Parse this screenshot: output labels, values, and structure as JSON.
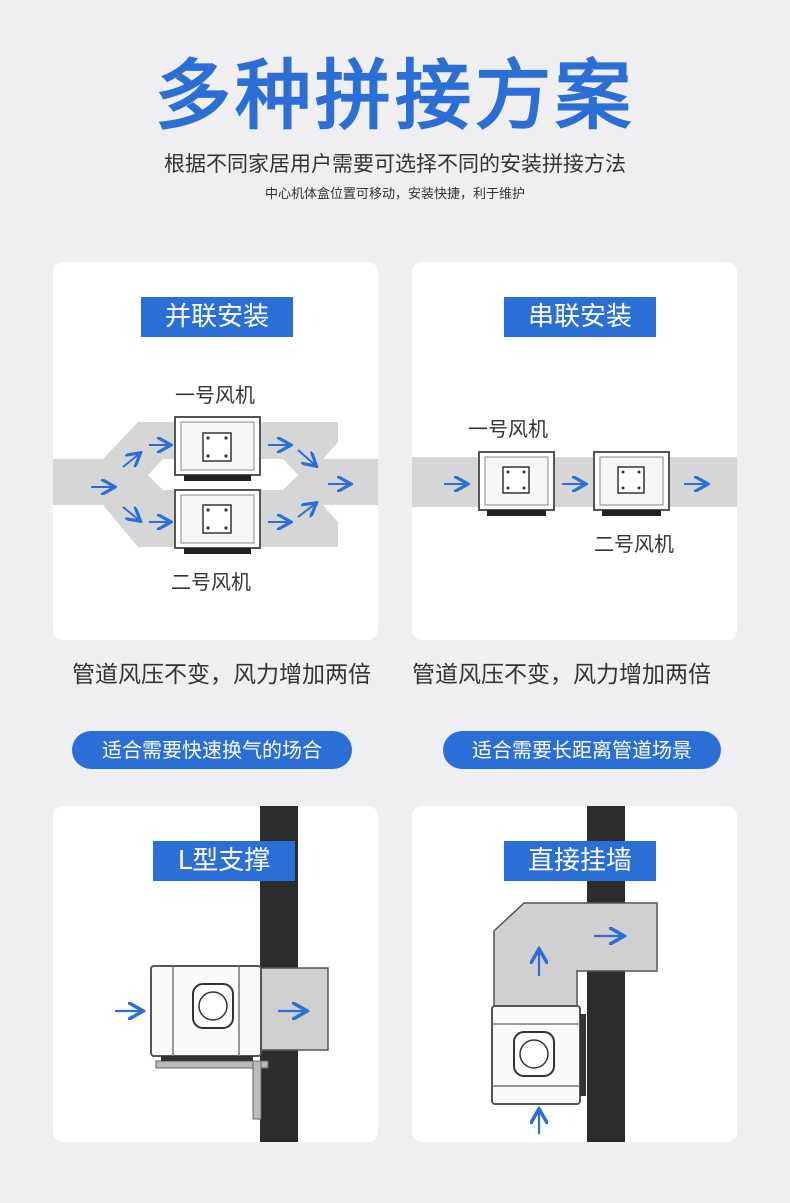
{
  "header": {
    "title": "多种拼接方案",
    "subtitle": "根据不同家居用户需要可选择不同的安装拼接方法",
    "subtitle2": "中心机体盒位置可移动，安装快捷，利于维护"
  },
  "colors": {
    "accent": "#2b6fd6",
    "duct": "#d6d6d6",
    "wall": "#2c2c2c"
  },
  "cards": {
    "parallel": {
      "label": "并联安装",
      "fan1": "一号风机",
      "fan2": "二号风机"
    },
    "series": {
      "label": "串联安装",
      "fan1": "一号风机",
      "fan2": "二号风机"
    },
    "lbracket": {
      "label": "L型支撑"
    },
    "wall": {
      "label": "直接挂墙"
    }
  },
  "captions": {
    "left": "管道风压不变，风力增加两倍",
    "right": "管道风压不变，风力增加两倍"
  },
  "pills": {
    "left": "适合需要快速换气的场合",
    "right": "适合需要长距离管道场景"
  }
}
